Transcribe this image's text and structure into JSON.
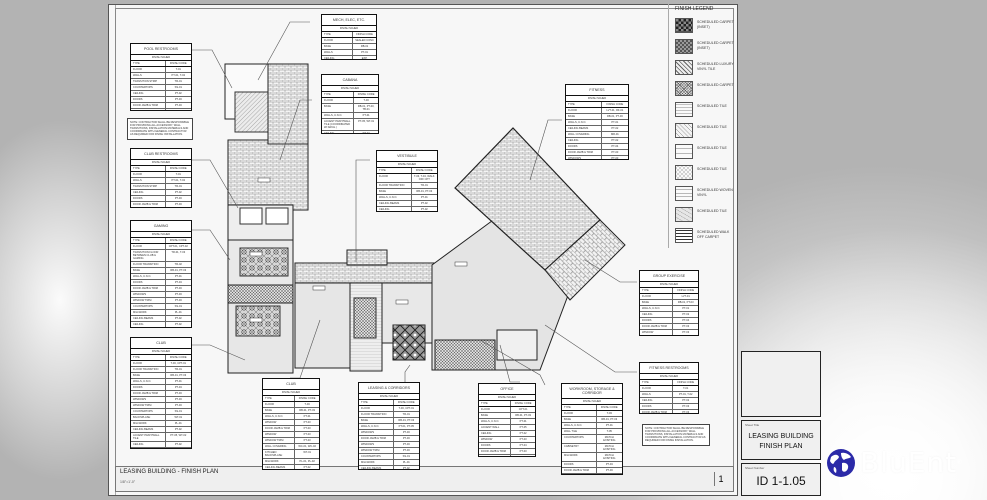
{
  "sheet": {
    "title_bar": "LEASING BUILDING - FINISH PLAN",
    "title_bar_sub": "1/8\"=1'-0\"",
    "page_number": "1"
  },
  "legend": {
    "title": "FINISH LEGEND",
    "items": [
      {
        "label": "SCHEDULED CARPET (INSET)",
        "pattern": "carpet-inset-dark"
      },
      {
        "label": "SCHEDULED CARPET (INSET)",
        "pattern": "carpet-inset-grey"
      },
      {
        "label": "SCHEDULED LUXURY VINYL TILE",
        "pattern": "diagonal-hatch"
      },
      {
        "label": "SCHEDULED CARPET",
        "pattern": "crosshatch"
      },
      {
        "label": "SCHEDULED TILE",
        "pattern": "horizontal-lines"
      },
      {
        "label": "SCHEDULED TILE",
        "pattern": "herringbone"
      },
      {
        "label": "SCHEDULED TILE",
        "pattern": "brick-large"
      },
      {
        "label": "SCHEDULED TILE",
        "pattern": "hexagon"
      },
      {
        "label": "SCHEDULED WOVEN VINYL",
        "pattern": "brick-small"
      },
      {
        "label": "SCHEDULED TILE",
        "pattern": "stone"
      },
      {
        "label": "SCHEDULED WALK OFF CARPET",
        "pattern": "stripes"
      }
    ]
  },
  "title_block": {
    "sheet_title_label": "Sheet Title",
    "sheet_title_line1": "LEASING BUILDING",
    "sheet_title_line2": "FINISH PLAN",
    "sheet_number_label": "Sheet Number",
    "sheet_number": "ID 1-1.05"
  },
  "branding": {
    "name": "BluEnt",
    "registered": "®"
  },
  "schedules": [
    {
      "id": "pool-restrooms",
      "title": "POOL RESTROOMS",
      "sub": "FINISH SCHED",
      "head": [
        "TYPE",
        "FINISH CODE"
      ],
      "rows": [
        [
          "FLOOR",
          "T-01"
        ],
        [
          "WALLS",
          "PT-01, T-02"
        ],
        [
          "TRANSITION STRIP",
          "TR-01"
        ],
        [
          "COUNTERTOPS",
          "SS-01"
        ],
        [
          "CEILING",
          "PT-02"
        ],
        [
          "DOORS",
          "PT-03"
        ],
        [
          "DOOR JAMB & TRIM",
          "PT-03"
        ],
        [
          "BASE",
          "TB-01"
        ]
      ]
    },
    {
      "id": "mech-elec",
      "title": "MECH, ELEC, ETC.",
      "sub": "FINISH SCHED",
      "head": [
        "TYPE",
        "FINISH CODE"
      ],
      "rows": [
        [
          "FLOOR",
          "SEALED CONC"
        ],
        [
          "BASE",
          "RB-01"
        ],
        [
          "WALLS",
          "PT-01"
        ],
        [
          "CEILING",
          "EXP."
        ]
      ]
    },
    {
      "id": "cabana",
      "title": "CABANA",
      "sub": "FINISH SCHED",
      "head": [
        "TYPE",
        "FINISH CODE"
      ],
      "rows": [
        [
          "FLOOR",
          "T-03"
        ],
        [
          "BASE",
          "RB-01, PT-03, TB-01"
        ],
        [
          "WALLS, U.N.O.",
          "PT-01"
        ],
        [
          "ACCENT PAINT/WALL TILE (COORDINATED W/ ARCH.)",
          "PT-05, WT-01"
        ],
        [
          "CEILING",
          "PT-02"
        ],
        [
          "WINDOW TRIM",
          "PT-03"
        ],
        [
          "DOORS",
          "PT-04"
        ]
      ]
    },
    {
      "id": "club-restrooms",
      "title": "CLUB RESTROOMS",
      "sub": "FINISH SCHED",
      "head": [
        "TYPE",
        "FINISH CODE"
      ],
      "rows": [
        [
          "FLOOR",
          "T-01"
        ],
        [
          "WALLS",
          "PT-01, T-02"
        ],
        [
          "TRANSITION STRIP",
          "TR-01"
        ],
        [
          "CEILING",
          "PT-02"
        ],
        [
          "DOORS",
          "PT-03"
        ],
        [
          "DOOR JAMB & TRIM",
          "PT-03"
        ],
        [
          "BASE",
          "TB-01"
        ]
      ]
    },
    {
      "id": "gaming",
      "title": "GAMING",
      "sub": "FINISH SCHED",
      "head": [
        "TYPE",
        "FINISH CODE"
      ],
      "rows": [
        [
          "FLOOR",
          "CPT-01, CPT-02"
        ],
        [
          "TRANSITION FLOOR BETWEEN CLUB & GAMING",
          "TR-01, T-03"
        ],
        [
          "FLOOR TRANSITION",
          "TR-02"
        ],
        [
          "BASE",
          "RB-01, PT-03"
        ],
        [
          "WALLS, U.N.O.",
          "PT-01"
        ],
        [
          "DOORS",
          "PT-04"
        ],
        [
          "DOOR JAMB & TRIM",
          "PT-03"
        ],
        [
          "WINDOWS",
          "PT-03"
        ],
        [
          "WINDOW TRIM",
          "PT-03"
        ],
        [
          "COUNTERTOPS",
          "SS-01"
        ],
        [
          "MILLWORK",
          "PL-01"
        ],
        [
          "CEILING BEAMS",
          "PT-02"
        ],
        [
          "CEILING",
          "PT-02"
        ],
        [
          "CURTAINS",
          "FB-01"
        ],
        [
          "ACCENT WALL",
          "PT-05"
        ]
      ]
    },
    {
      "id": "club",
      "title": "CLUB",
      "sub": "FINISH SCHED",
      "head": [
        "TYPE",
        "FINISH CODE"
      ],
      "rows": [
        [
          "FLOOR",
          "T-03, CPT-01"
        ],
        [
          "FLOOR TRANSITION",
          "TR-01"
        ],
        [
          "BASE",
          "RB-01, PT-03"
        ],
        [
          "WALLS, U.N.O.",
          "PT-01"
        ],
        [
          "DOORS",
          "PT-04"
        ],
        [
          "DOOR JAMB & TRIM",
          "PT-03"
        ],
        [
          "WINDOWS",
          "PT-03"
        ],
        [
          "WINDOW TRIM",
          "PT-03"
        ],
        [
          "COUNTERTOPS",
          "SS-01"
        ],
        [
          "BACKSPLASH",
          "WT-01"
        ],
        [
          "MILLWORK",
          "PL-01"
        ],
        [
          "CEILING BEAMS",
          "PT-02"
        ],
        [
          "ACCENT PAINT/WALL TILE",
          "PT-05, WT-02"
        ],
        [
          "CEILING",
          "PT-02"
        ],
        [
          "CURTAINS",
          "FB-01"
        ]
      ]
    },
    {
      "id": "club-2",
      "title": "CLUB",
      "sub": "FINISH SCHED",
      "head": [
        "TYPE",
        "FINISH CODE"
      ],
      "rows": [
        [
          "FLOOR",
          "T-03"
        ],
        [
          "BASE",
          "RB-01, PT-03"
        ],
        [
          "WALLS, U.N.O.",
          "PT-01"
        ],
        [
          "WINDOW",
          "PT-03"
        ],
        [
          "DOOR JAMB & TRIM",
          "PT-03"
        ],
        [
          "WINDOW",
          "PT-03"
        ],
        [
          "WINDOW TRIM",
          "PT-03"
        ],
        [
          "WALL COVERING",
          "WC-01, WC-02"
        ],
        [
          "KITCHEN BACKSPLASH",
          "WT-01"
        ],
        [
          "MILLWORK",
          "PL-01, PL-02"
        ],
        [
          "CEILING BEAMS",
          "PT-02"
        ],
        [
          "CEILING",
          "PT-02"
        ]
      ]
    },
    {
      "id": "vestibule",
      "title": "VESTIBULE",
      "sub": "FINISH SCHED",
      "head": [
        "TYPE",
        "FINISH CODE"
      ],
      "rows": [
        [
          "FLOOR",
          "T-03, T-04, WALK OFF CPT"
        ],
        [
          "FLOOR TRANSITION",
          "TR-01"
        ],
        [
          "BASE",
          "RB-01, PT-03"
        ],
        [
          "WALLS, U.N.O.",
          "PT-01"
        ],
        [
          "CEILING BEAMS",
          "PT-02"
        ],
        [
          "CEILING",
          "PT-02"
        ]
      ]
    },
    {
      "id": "leasing-corridors",
      "title": "LEASING & CORRIDORS",
      "sub": "FINISH SCHED",
      "head": [
        "TYPE",
        "FINISH CODE"
      ],
      "rows": [
        [
          "FLOOR",
          "T-03, CPT-01"
        ],
        [
          "FLOOR TRANSITION",
          "TR-01"
        ],
        [
          "BASE",
          "RB-01, PT-03"
        ],
        [
          "WALLS, U.N.O.",
          "PT-01, PT-05"
        ],
        [
          "WINDOWS",
          "PT-03"
        ],
        [
          "DOOR JAMB & TRIM",
          "PT-03"
        ],
        [
          "WINDOWS",
          "PT-03"
        ],
        [
          "WINDOW TRIM",
          "PT-03"
        ],
        [
          "COUNTERTOPS",
          "SS-01"
        ],
        [
          "MILLWORK",
          "PL-01"
        ],
        [
          "CEILING BEAMS",
          "PT-02"
        ],
        [
          "CEILING",
          "PT-02"
        ]
      ]
    },
    {
      "id": "office",
      "title": "OFFICE",
      "sub": "FINISH SCHED",
      "head": [
        "TYPE",
        "FINISH CODE"
      ],
      "rows": [
        [
          "FLOOR",
          "CPT-01"
        ],
        [
          "BASE",
          "RB-01, PT-03"
        ],
        [
          "WALLS, U.N.O.",
          "PT-01"
        ],
        [
          "ACCENT WALL",
          "PT-05"
        ],
        [
          "CEILING",
          "PT-02"
        ],
        [
          "WINDOW",
          "PT-03"
        ],
        [
          "DOORS",
          "PT-04"
        ],
        [
          "DOOR JAMB & TRIM",
          "PT-03"
        ],
        [
          "WINDOW",
          "PT-03"
        ],
        [
          "WINDOW TRIM",
          "PT-03"
        ]
      ]
    },
    {
      "id": "workroom-storage",
      "title": "WORKROOM, STORAGE & CORRIDOR",
      "sub": "FINISH SCHED",
      "head": [
        "TYPE",
        "FINISH CODE"
      ],
      "rows": [
        [
          "FLOOR",
          "T-03"
        ],
        [
          "BASE",
          "RB-01, PT-03"
        ],
        [
          "WALLS, U.N.O.",
          "PT-01"
        ],
        [
          "WALL TILE",
          "T-05"
        ],
        [
          "COUNTERTOPS",
          "MATCH EXISTING"
        ],
        [
          "CABINETRY",
          "MATCH EXISTING"
        ],
        [
          "MILLWORK",
          "MATCH EXISTING"
        ],
        [
          "DOORS",
          "PT-04"
        ],
        [
          "DOOR JAMB & TRIM",
          "PT-03"
        ],
        [
          "WINDOW",
          "PT-03"
        ],
        [
          "WINDOW TRIM",
          "PT-03"
        ],
        [
          "CEILING",
          "PT-02"
        ]
      ]
    },
    {
      "id": "fitness",
      "title": "FITNESS",
      "sub": "FINISH SCHED",
      "head": [
        "TYPE",
        "FINISH CODE"
      ],
      "rows": [
        [
          "FLOOR",
          "LVT-01, RF-01"
        ],
        [
          "BASE",
          "RB-01, PT-03"
        ],
        [
          "WALLS, U.N.O.",
          "PT-01"
        ],
        [
          "CEILING BEAMS",
          "PT-02"
        ],
        [
          "WALL COVERING",
          "MR-01"
        ],
        [
          "CEILING",
          "PT-02"
        ],
        [
          "DOORS",
          "PT-04"
        ],
        [
          "DOOR JAMB & TRIM",
          "PT-03"
        ],
        [
          "WINDOWS",
          "PT-03"
        ],
        [
          "WINDOW TRIM",
          "PT-03"
        ]
      ]
    },
    {
      "id": "group-exercise",
      "title": "GROUP EXERCISE",
      "sub": "FINISH SCHED",
      "head": [
        "TYPE",
        "FINISH CODE"
      ],
      "rows": [
        [
          "FLOOR",
          "LVT-01"
        ],
        [
          "BASE",
          "RB-01, PT-03"
        ],
        [
          "WALLS, U.N.O.",
          "PT-01"
        ],
        [
          "CEILING",
          "PT-02"
        ],
        [
          "DOORS",
          "PT-04"
        ],
        [
          "DOOR JAMB & TRIM",
          "PT-03"
        ],
        [
          "WINDOW",
          "PT-03"
        ],
        [
          "WINDOW TRIM",
          "PT-03"
        ]
      ]
    },
    {
      "id": "fitness-restrooms",
      "title": "FITNESS RESTROOMS",
      "sub": "FINISH SCHED",
      "head": [
        "TYPE",
        "FINISH CODE"
      ],
      "rows": [
        [
          "FLOOR",
          "T-01"
        ],
        [
          "WALLS",
          "PT-01, T-02"
        ],
        [
          "CEILING",
          "PT-02"
        ],
        [
          "DOORS",
          "PT-03"
        ],
        [
          "DOOR JAMB & TRIM",
          "PT-03"
        ],
        [
          "BASE",
          "TB-01"
        ]
      ]
    }
  ],
  "notes": {
    "left": "NOTE: CONTRACTOR SHALL BE RESPONSIBLE FOR PROVIDING ALL ACCESSORY, WALL TRANSITIONS, INSTALLATION MATERIALS AND COORDINATE WITH GENERAL CONTRACTOR AS REQUIRED FOR FINISH INSTALLATION.",
    "right": "NOTE: CONTRACTOR SHALL BE RESPONSIBLE FOR PROVIDING ALL ACCESSORY, WALL TRANSITIONS, INSTALLATION MATERIALS AND COORDINATE WITH GENERAL CONTRACTOR AS REQUIRED FOR FINISH INSTALLATION."
  }
}
